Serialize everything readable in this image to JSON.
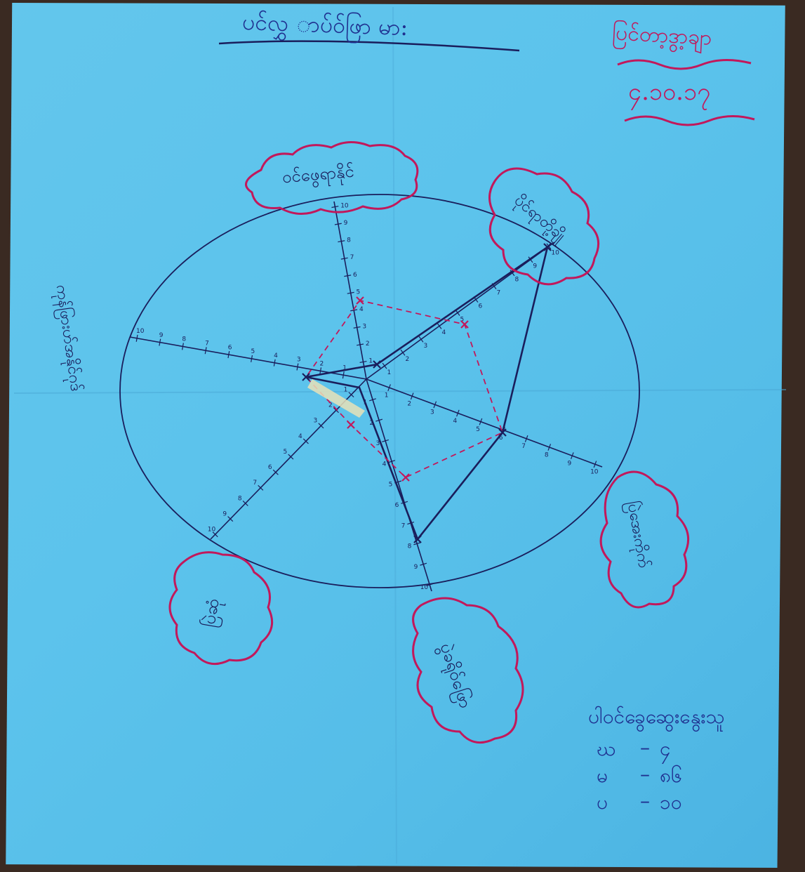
{
  "header": {
    "title": "ပင်လွှ ာပ်ဝ်ဖြာ မာ:",
    "place": "ပြင်တာ့ဒွာ့ချာ",
    "date": "၄.၁၀.၁၇"
  },
  "axes": [
    {
      "key": "top",
      "label": "ဝင်ဖွေရာနိုင်"
    },
    {
      "key": "upper_right",
      "label": "ပိုင်ရာတို့ချို"
    },
    {
      "key": "right",
      "label": "ပြဲအေးကိုက်"
    },
    {
      "key": "bottom",
      "label": "ပွဲခရိုဝ်ဖြော"
    },
    {
      "key": "lower_left",
      "label": "ပြဲဆုံ"
    },
    {
      "key": "left",
      "label": "ကုန်ဖြားဟ်အနိုင်ဂုဒ်"
    }
  ],
  "tick_labels": [
    "1",
    "2",
    "3",
    "4",
    "5",
    "6",
    "7",
    "8",
    "9",
    "10"
  ],
  "legend": {
    "title": "ပါဝင်ခွေဆွေးနွေးသူ",
    "entries": [
      {
        "code": "ဃ",
        "value": "၄"
      },
      {
        "code": "မ",
        "value": "၈၆"
      },
      {
        "code": "ပ",
        "value": "၁၀"
      }
    ]
  },
  "colors": {
    "paper": "#5cc3ec",
    "ink": "#1a1e5c",
    "red": "#c2185b"
  }
}
